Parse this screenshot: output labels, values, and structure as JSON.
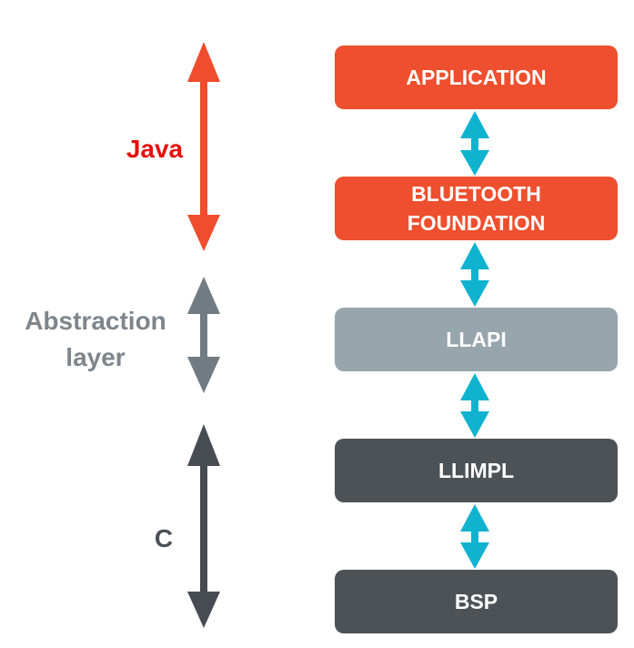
{
  "layers": [
    {
      "label": "Java",
      "color": "#e8100d"
    },
    {
      "label_line1": "Abstraction",
      "label_line2": "layer",
      "color": "#7d868c"
    },
    {
      "label": "C",
      "color": "#4a5055"
    }
  ],
  "boxes": [
    {
      "label": "APPLICATION",
      "color": "#ee4f2e"
    },
    {
      "label_line1": "BLUETOOTH",
      "label_line2": "FOUNDATION",
      "color": "#ee4f2e"
    },
    {
      "label": "LLAPI",
      "color": "#97a5ac"
    },
    {
      "label": "LLIMPL",
      "color": "#4d5256"
    },
    {
      "label": "BSP",
      "color": "#4d5256"
    }
  ],
  "colors": {
    "java_arrow": "#ef4d2d",
    "abstraction_arrow": "#717b82",
    "c_arrow": "#464c51",
    "connector": "#0fb3cf"
  },
  "icons": {
    "layer_arrows": "double-headed-vertical-arrow",
    "connectors": "double-headed-vertical-arrow"
  }
}
